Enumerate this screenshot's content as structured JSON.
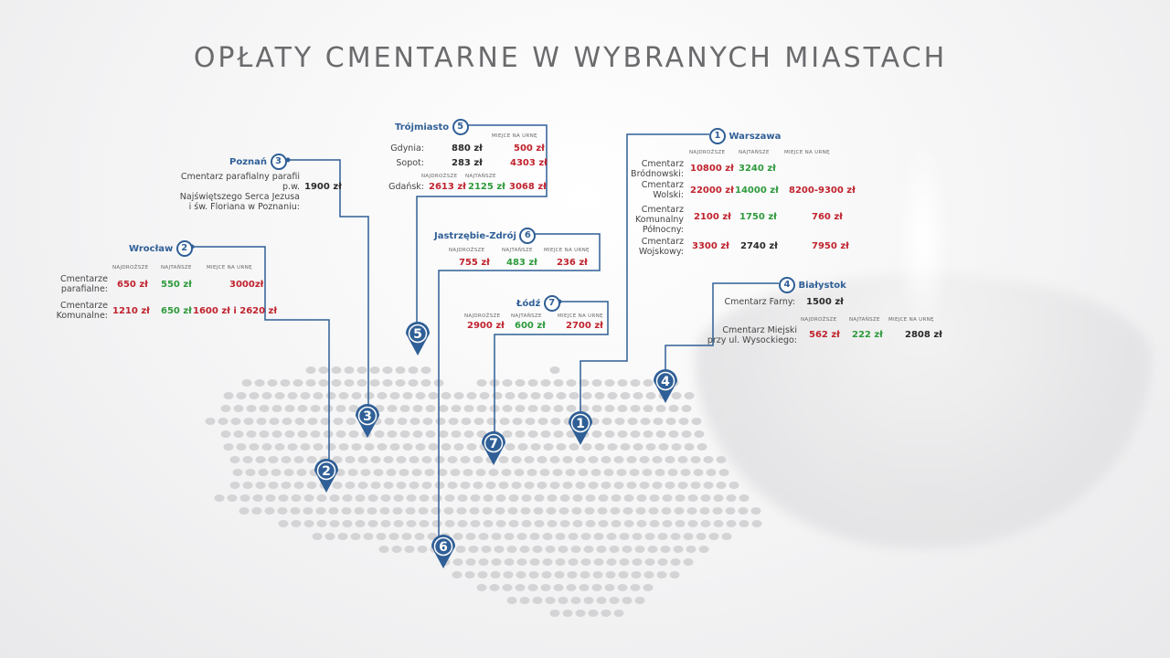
{
  "title": "OPŁATY CMENTARNE W WYBRANYCH MIASTACH",
  "colors": {
    "accent": "#2f5f96",
    "expensive": "#c0232e",
    "cheap": "#2e9a3c",
    "map_dot": "#d4d4d6"
  },
  "headers": {
    "najdrozsze": "NAJDROŻSZE",
    "najtansze": "NAJTAŃSZE",
    "urna": "MIEJCE NA URNĘ"
  },
  "cities": {
    "warszawa": {
      "num": "1",
      "name": "Warszawa",
      "rows": [
        {
          "label": "Cmentarz\nBródnowski:",
          "max": "10800 zł",
          "min": "3240 zł",
          "urn": ""
        },
        {
          "label": "Cmentarz\nWolski:",
          "max": "22000 zł",
          "min": "14000 zł",
          "urn": "8200-9300 zł"
        },
        {
          "label": "Cmentarz\nKomunalny\nPółnocny:",
          "max": "2100 zł",
          "min": "1750 zł",
          "urn": "760 zł"
        },
        {
          "label": "Cmentarz\nWojskowy:",
          "max": "3300 zł",
          "min": "2740 zł",
          "urn": "7950 zł"
        }
      ]
    },
    "wroclaw": {
      "num": "2",
      "name": "Wrocław",
      "rows": [
        {
          "label": "Cmentarze\nparafialne:",
          "max": "650 zł",
          "min": "550 zł",
          "urn": "3000zł"
        },
        {
          "label": "Cmentarze\nKomunalne:",
          "max": "1210 zł",
          "min": "650 zł",
          "urn": "1600 zł i 2620 zł"
        }
      ]
    },
    "poznan": {
      "num": "3",
      "name": "Poznań",
      "label": "Cmentarz parafialny parafii p.w.\nNajświętszego Serca Jezusa\ni św. Floriana w Poznaniu:",
      "value": "1900 zł"
    },
    "bialystok": {
      "num": "4",
      "name": "Białystok",
      "row1": {
        "label": "Cmentarz Farny:",
        "value": "1500 zł"
      },
      "row2": {
        "label": "Cmentarz Miejski\nprzy ul. Wysockiego:",
        "max": "562 zł",
        "min": "222 zł",
        "urn": "2808 zł"
      }
    },
    "trojmiasto": {
      "num": "5",
      "name": "Trójmiasto",
      "gdynia": {
        "label": "Gdynia:",
        "max": "880 zł",
        "urn": "500 zł"
      },
      "sopot": {
        "label": "Sopot:",
        "max": "283 zł",
        "urn": "4303 zł"
      },
      "gdansk": {
        "label": "Gdańsk:",
        "max": "2613 zł",
        "min": "2125 zł",
        "urn": "3068 zł"
      }
    },
    "jastrzebie": {
      "num": "6",
      "name": "Jastrzębie-Zdrój",
      "max": "755 zł",
      "min": "483 zł",
      "urn": "236 zł"
    },
    "lodz": {
      "num": "7",
      "name": "Łódź",
      "max": "2900 zł",
      "min": "600 zł",
      "urn": "2700 zł"
    }
  },
  "pins": [
    "1",
    "2",
    "3",
    "4",
    "5",
    "6",
    "7"
  ]
}
